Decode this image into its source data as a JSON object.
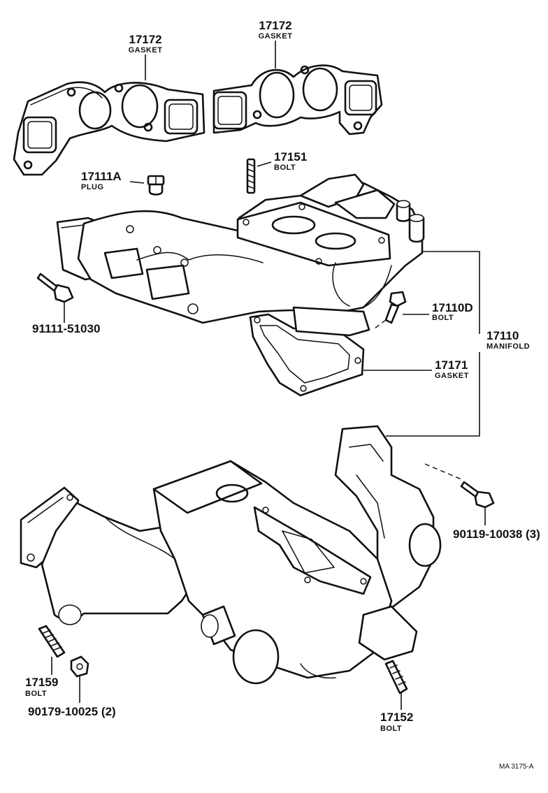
{
  "diagram": {
    "parts": [
      {
        "id": "gasket-left",
        "number": "17172",
        "name": "GASKET"
      },
      {
        "id": "gasket-right",
        "number": "17172",
        "name": "GASKET"
      },
      {
        "id": "plug",
        "number": "17111A",
        "name": "PLUG"
      },
      {
        "id": "stud-top",
        "number": "17151",
        "name": "BOLT"
      },
      {
        "id": "bolt-side",
        "number": "17110D",
        "name": "BOLT"
      },
      {
        "id": "manifold",
        "number": "17110",
        "name": "MANIFOLD"
      },
      {
        "id": "gasket-mid",
        "number": "17171",
        "name": "GASKET"
      },
      {
        "id": "bolt-left",
        "number": "91111-51030",
        "name": ""
      },
      {
        "id": "bolt-right",
        "number": "90119-10038 (3)",
        "name": ""
      },
      {
        "id": "stud-bottom-left",
        "number": "17159",
        "name": "BOLT"
      },
      {
        "id": "nut",
        "number": "90179-10025 (2)",
        "name": ""
      },
      {
        "id": "stud-bottom-right",
        "number": "17152",
        "name": "BOLT"
      }
    ],
    "figure_code": "MA 3175-A"
  }
}
